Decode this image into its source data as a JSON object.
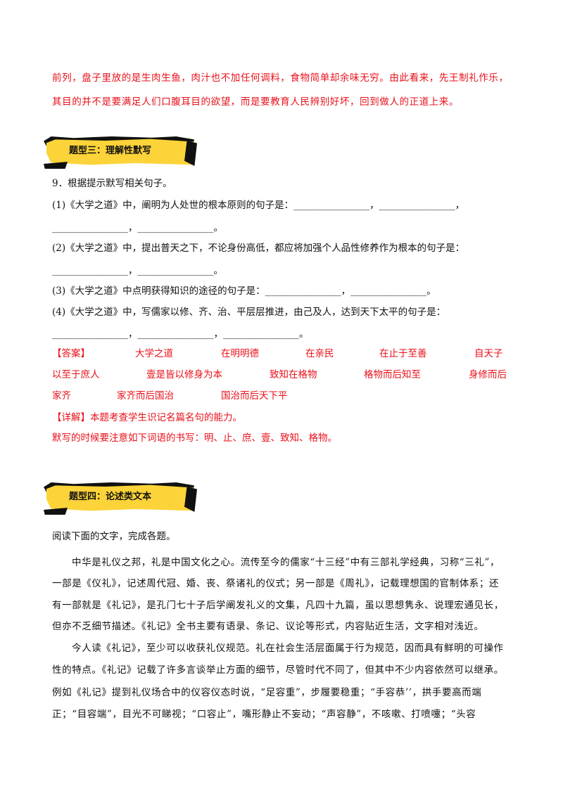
{
  "top_paragraph": [
    "前列，盘子里放的是生肉生鱼，肉汁也不加任何调料，食物简单却余味无穷。由此看来，先王制礼作乐，",
    "其目的并不是要满足人们口腹耳目的欲望，而是要教育人民辨别好坏，回到做人的正道上来。"
  ],
  "section3": {
    "title": "题型三：理解性默写",
    "question": "9．根据提示默写相关句子。",
    "items": [
      "(1)《大学之道》中，阐明为人处世的根本原则的句子是：________________，________________，",
      "________________，________________。",
      "(2)《大学之道》中，提出普天之下，不论身份高低，都应将加强个人品性修养作为根本的句子是：",
      "________________，________________。",
      "(3)《大学之道》中点明获得知识的途径的句子是：________________，________________。",
      "(4)《大学之道》中，写儒家以修、齐、治、平层层推进，由己及人，达到天下太平的句子是：",
      "________________，________________，________________。"
    ],
    "answer_label": "【答案】",
    "answer_row1": [
      "大学之道",
      "在明明德",
      "在亲民",
      "在止于至善",
      "自天子"
    ],
    "answer_row2": [
      "以至于庶人",
      "壹是皆以修身为本",
      "致知在格物",
      "格物而后知至",
      "身修而后"
    ],
    "answer_row3": [
      "家齐",
      "家齐而后国治",
      "国治而后天下平"
    ],
    "detail_label": "【详解】",
    "detail_text": "本题考查学生识记名篇名句的能力。",
    "detail_note": "默写的时候要注意如下词语的书写：明、止、庶、壹、致知、格物。"
  },
  "section4": {
    "title": "题型四：论述类文本",
    "instruction": "阅读下面的文字，完成各题。",
    "paragraph1": [
      "中华是礼仪之邦，礼是中国文化之心。流传至今的儒家“十三经”中有三部礼学经典，习称“三礼”，",
      "一部是《仪礼》，记述周代冠、婚、丧、祭诸礼的仪式；另一部是《周礼》，记载理想国的官制体系；还",
      "有一部就是《礼记》，是孔门七十子后学阐发礼义的文集，凡四十九篇，虽以思想隽永、说理宏通见长，",
      "但亦不乏细节描述。《礼记》全书主要有语录、条记、议论等形式，内容贴近生活，文字相对浅近。"
    ],
    "paragraph2": [
      "今人读《礼记》，至少可以收获礼仪规范。礼在社会生活层面属于行为规范，因而具有鲜明的可操作",
      "性的特点。《礼记》记载了许多言谈举止方面的细节，尽管时代不同了，但其中不少内容依然可以继承。",
      "例如《礼记》提到礼仪场合中的仪容仪态时说，“足容重”，步履要稳重；“手容恭’’，拱手要高而端",
      "正；“目容端”，目光不可睇视；“口容止”，嘴形静止不妄动；“声容静”，不咳嗽、打喷嚏；“头容"
    ]
  }
}
